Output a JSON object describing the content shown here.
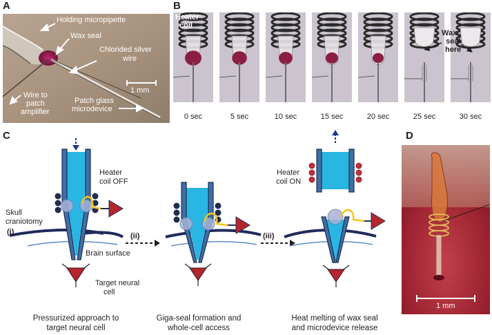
{
  "panels": {
    "a": {
      "letter": "A",
      "labels": {
        "holding": "Holding micropipette",
        "wax": "Wax seal",
        "chlorided1": "Chlorided silver",
        "chlorided2": "wire",
        "wire1": "Wire to",
        "wire2": "patch",
        "wire3": "amplifier",
        "patch1": "Patch glass",
        "patch2": "microdevice",
        "scale": "1 mm"
      }
    },
    "b": {
      "letter": "B",
      "heater_label": [
        "Heater",
        "coil"
      ],
      "wax_label": [
        "Wax",
        "seal",
        "here"
      ],
      "frames": [
        {
          "time": "0 sec",
          "wax": 1.0
        },
        {
          "time": "5 sec",
          "wax": 0.8
        },
        {
          "time": "10 sec",
          "wax": 0.65
        },
        {
          "time": "15 sec",
          "wax": 0.5
        },
        {
          "time": "20 sec",
          "wax": 0.35
        },
        {
          "time": "25 sec",
          "wax": 0.0
        },
        {
          "time": "30 sec",
          "wax": 0.0
        }
      ]
    },
    "c": {
      "letter": "C",
      "heater_off": [
        "Heater",
        "coil OFF"
      ],
      "heater_on": [
        "Heater",
        "coil ON"
      ],
      "skull": [
        "Skull",
        "craniotomy"
      ],
      "step1": "(i)",
      "step2": "(ii)",
      "step3": "(iii)",
      "brain": "Brain surface",
      "target": [
        "Target neural",
        "cell"
      ],
      "captions": [
        [
          "Pressurized approach to",
          "target neural cell"
        ],
        [
          "Giga-seal formation and",
          "whole-cell access"
        ],
        [
          "Heat melting of wax seal",
          "and microdevice release"
        ]
      ]
    },
    "d": {
      "letter": "D",
      "scale": "1 mm"
    }
  },
  "colors": {
    "pipette_blue": "#3e6fa6",
    "fluid_cyan": "#29b6e3",
    "coil_dark": "#1f2d4f",
    "coil_hot": "#c0303a",
    "neuron_red": "#b5252e",
    "wire_yellow": "#f5c518",
    "skull_navy": "#1f2a5c",
    "brain_blue": "#5b8fc6"
  }
}
